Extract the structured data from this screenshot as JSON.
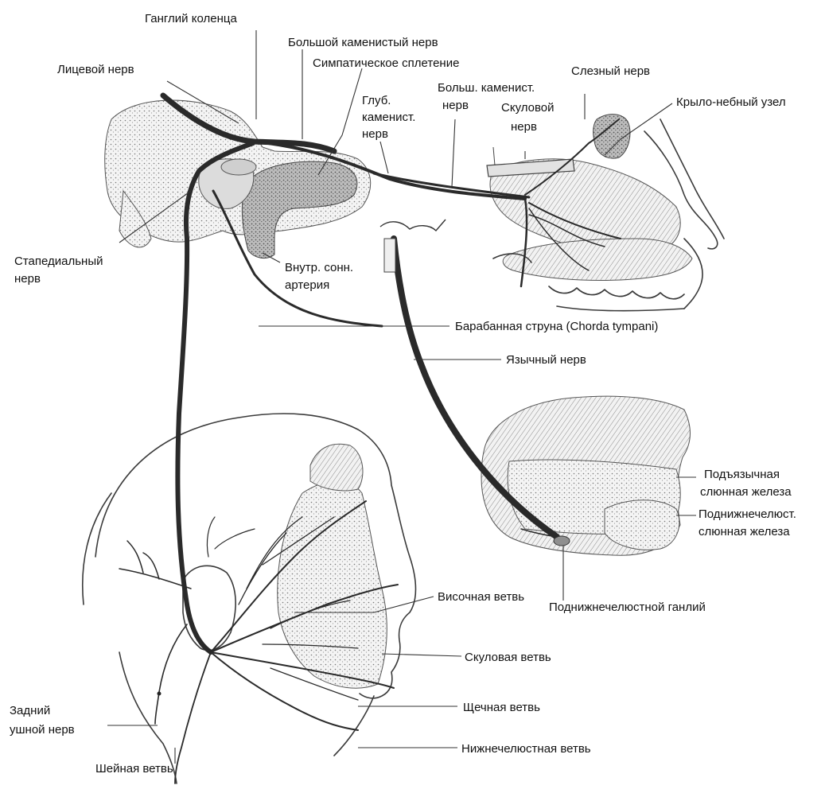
{
  "labels": {
    "ganglion_geniculi": "Ганглий коленца",
    "facial_nerve": "Лицевой нерв",
    "greater_petrosal": "Большой каменистый нерв",
    "sympathetic_plexus": "Симпатическое сплетение",
    "deep_petrosal": [
      "Глуб.",
      "каменист.",
      "нерв"
    ],
    "greater_petrosal_short": [
      "Больш. каменист.",
      "нерв"
    ],
    "lacrimal_nerve": "Слезный нерв",
    "zygomatic_nerve": [
      "Скуловой",
      "нерв"
    ],
    "pterygopalatine_ganglion": "Крыло-небный узел",
    "stapedial_nerve": [
      "Стапедиальный",
      "нерв"
    ],
    "internal_carotid": [
      "Внутр. сонн.",
      "артерия"
    ],
    "chorda_tympani": "Барабанная струна (Chorda tympani)",
    "lingual_nerve": "Язычный нерв",
    "sublingual_gland": [
      "Подъязычная",
      "слюнная железа"
    ],
    "submandibular_gland": [
      "Поднижнечелюст.",
      "слюнная железа"
    ],
    "temporal_branch": "Височная ветвь",
    "submandibular_ganglion": "Поднижнечелюстной ганлий",
    "zygomatic_branch": "Скуловая ветвь",
    "posterior_auricular": [
      "Задний",
      "ушной нерв"
    ],
    "buccal_branch": "Щечная ветвь",
    "mandibular_branch": "Нижнечелюстная ветвь",
    "cervical_branch": "Шейная ветвь"
  },
  "colors": {
    "ink": "#111111",
    "stipple": "#7a7a7a",
    "hatch": "#555555",
    "background": "#ffffff"
  }
}
